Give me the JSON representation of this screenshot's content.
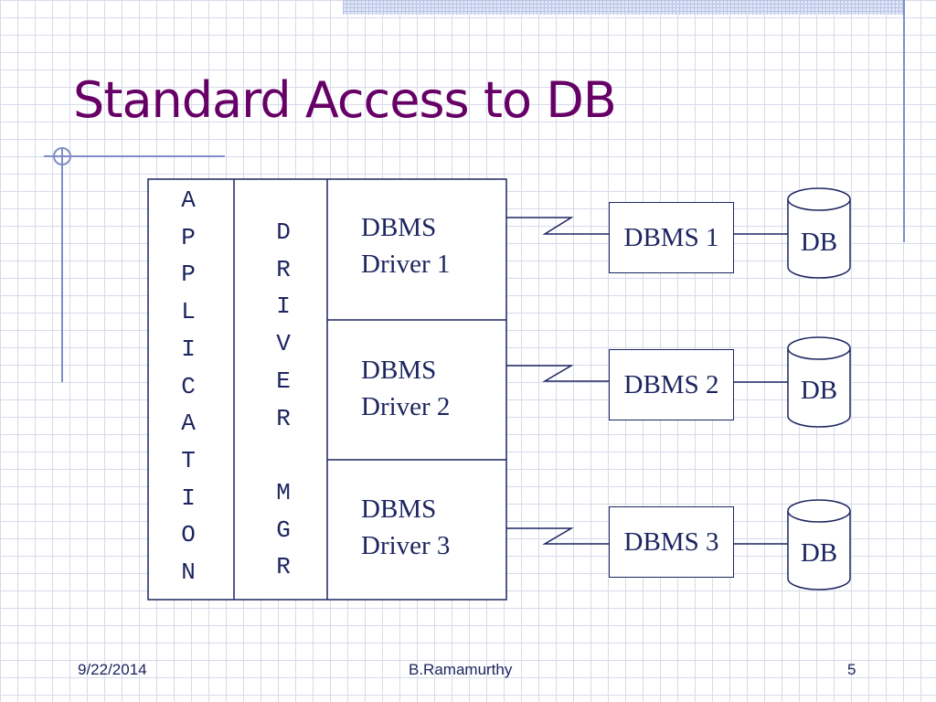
{
  "slide": {
    "title": "Standard Access to DB",
    "date": "9/22/2014",
    "author": "B.Ramamurthy",
    "page_number": "5"
  },
  "diagram": {
    "application_label": "APPLICATION",
    "driver_manager_label": "DRIVER MGR",
    "drivers": [
      {
        "line1": "DBMS",
        "line2": "Driver 1"
      },
      {
        "line1": "DBMS",
        "line2": "Driver 2"
      },
      {
        "line1": "DBMS",
        "line2": "Driver 3"
      }
    ],
    "dbms": [
      "DBMS 1",
      "DBMS 2",
      "DBMS 3"
    ],
    "databases": [
      "DB",
      "DB",
      "DB"
    ]
  },
  "colors": {
    "title": "#660066",
    "ink": "#1d2560",
    "grid": "#d7dbea",
    "accent_lines": "#7f8ec8"
  }
}
